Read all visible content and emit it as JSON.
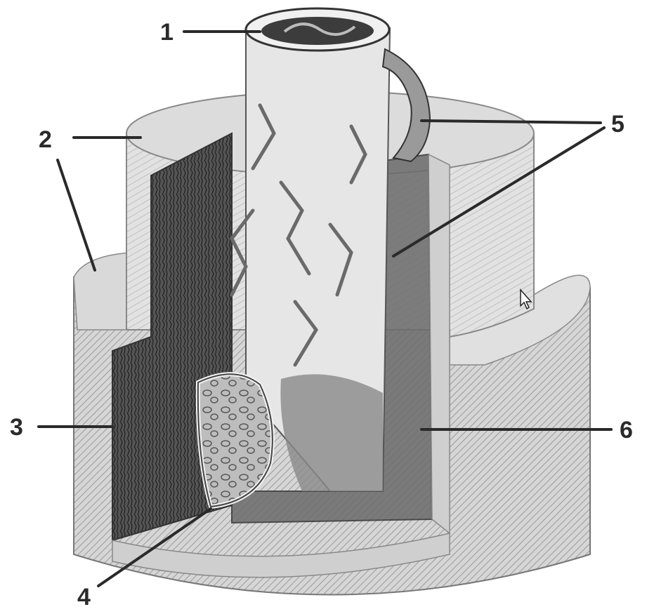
{
  "labels": {
    "l1": "1",
    "l2": "2",
    "l3": "3",
    "l4": "4",
    "l5": "5",
    "l6": "6"
  },
  "colors": {
    "outer_layer": "#d9d9d9",
    "outer_hatch": "#9a9a9a",
    "cortex_dark": "#4a4a4a",
    "medulla_light": "#e6e6e6",
    "line": "#2a2a2a"
  },
  "icons": {
    "cursor": "mouse-pointer-icon"
  }
}
